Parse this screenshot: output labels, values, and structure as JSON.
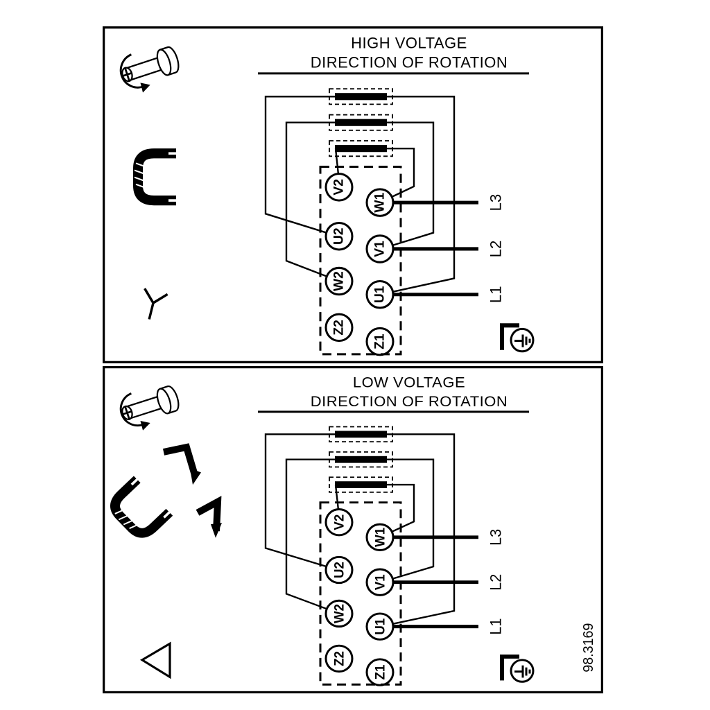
{
  "figure": {
    "number": "98.3169"
  },
  "panels": [
    {
      "title": "HIGH VOLTAGE",
      "subtitle": "DIRECTION OF ROTATION",
      "icons": [
        "screw-rotation-icon",
        "jumper-bracket-icon",
        "star-connection-icon",
        "earth-terminal-icon"
      ],
      "terminals_left": [
        "V2",
        "U2",
        "W2",
        "Z2"
      ],
      "terminals_right": [
        "W1",
        "V1",
        "U1",
        "Z1"
      ],
      "supply_lines": [
        "L3",
        "L2",
        "L1"
      ]
    },
    {
      "title": "LOW VOLTAGE",
      "subtitle": "DIRECTION OF ROTATION",
      "icons": [
        "screw-rotation-icon",
        "delta-jumper-links-icon",
        "delta-connection-icon",
        "earth-terminal-icon"
      ],
      "terminals_left": [
        "V2",
        "U2",
        "W2",
        "Z2"
      ],
      "terminals_right": [
        "W1",
        "V1",
        "U1",
        "Z1"
      ],
      "supply_lines": [
        "L3",
        "L2",
        "L1"
      ]
    }
  ]
}
